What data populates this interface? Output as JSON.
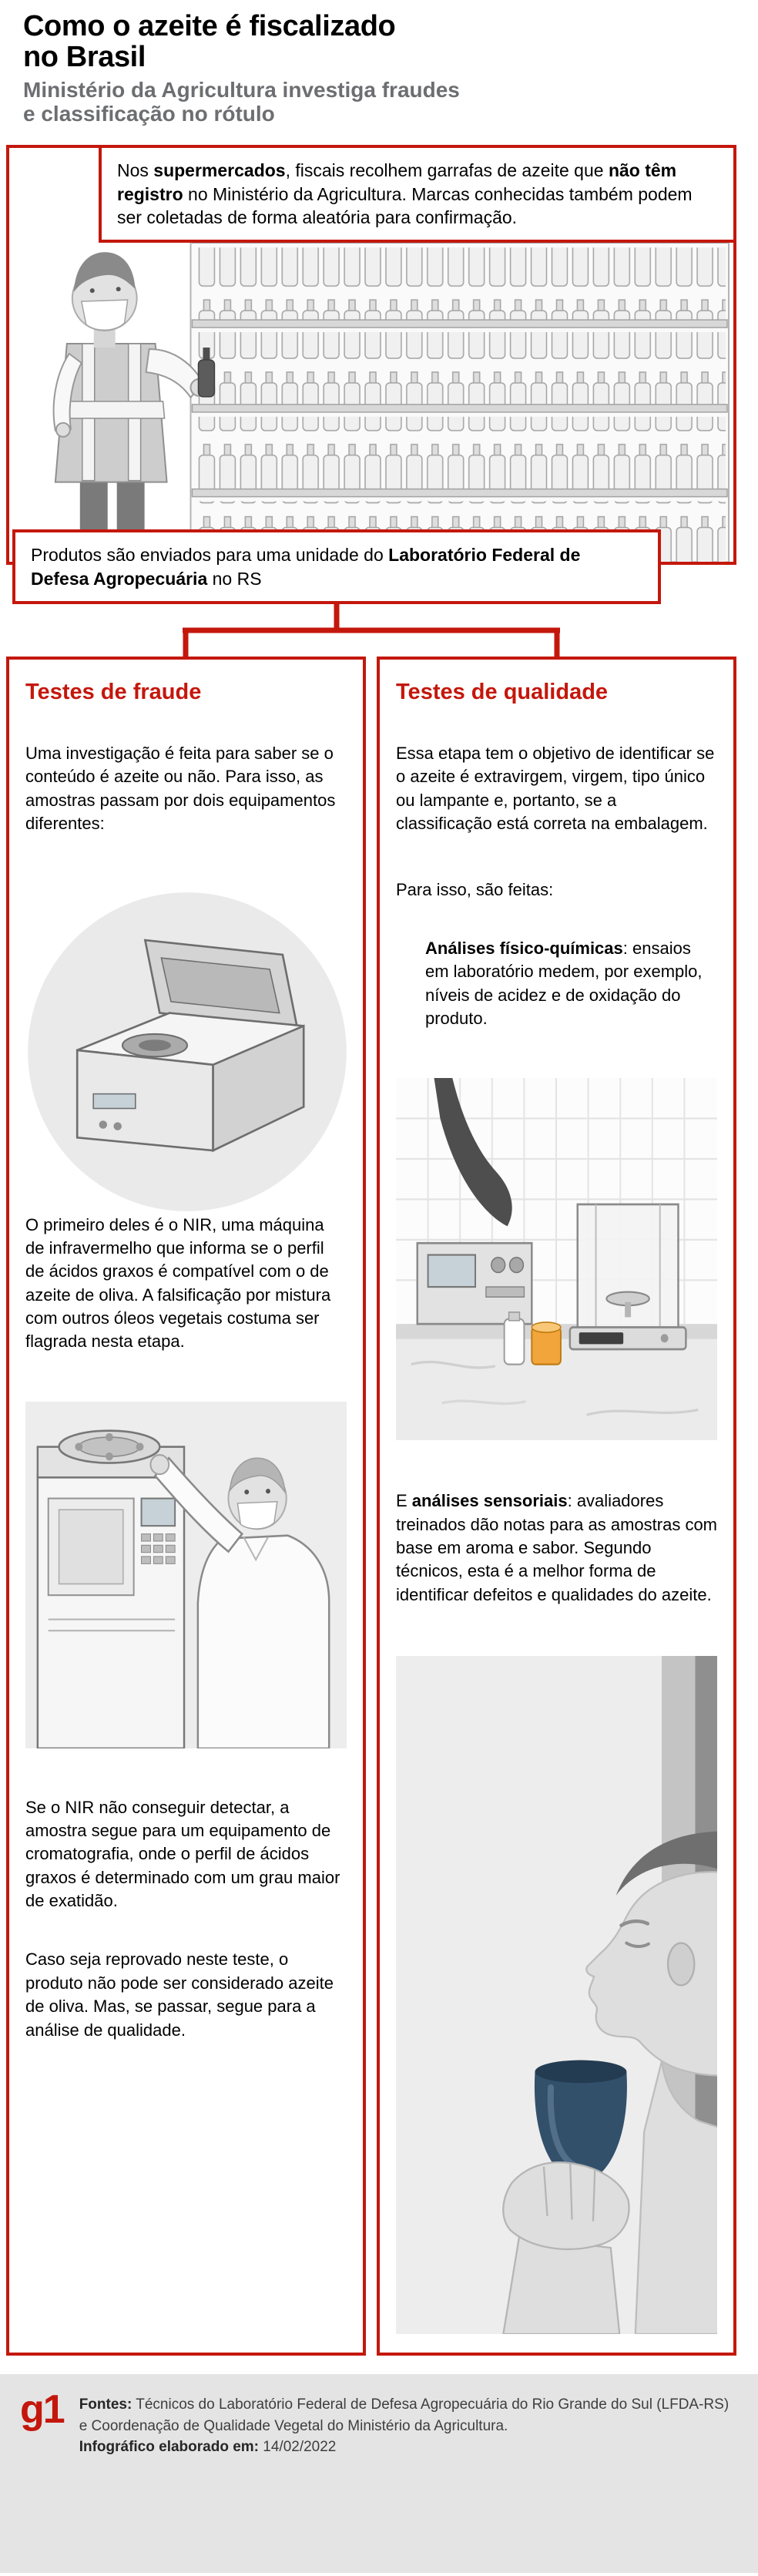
{
  "colors": {
    "accent_red": "#c4170c",
    "title_black": "#000000",
    "subtitle_gray": "#6d6e71",
    "footer_background": "#e4e4e5",
    "glass_blue": "#33506b",
    "sample_amber": "#f2a53a",
    "illustration_gray": "#dedede"
  },
  "header": {
    "title_line1": "Como o azeite é fiscalizado",
    "title_line2": "no Brasil",
    "subtitle_line1": "Ministério da Agricultura investiga fraudes",
    "subtitle_line2": "e classificação no rótulo"
  },
  "collection_note": {
    "seg1": "Nos ",
    "bold1": "supermercados",
    "seg2": ", fiscais recolhem garrafas de azeite que ",
    "bold2": "não têm registro",
    "seg3": " no Ministério da Agricultura. Marcas conhecidas também podem ser coletadas de forma aleatória para confirmação."
  },
  "shipping_note": {
    "seg1": "Produtos são enviados para uma unidade do ",
    "bold1": "Laboratório Federal de Defesa Agropecuária",
    "seg2": " no RS"
  },
  "fraud_column": {
    "heading": "Testes de fraude",
    "p1": "Uma investigação é feita para saber se o conteúdo é azeite ou não. Para isso, as amostras passam por dois equipamentos diferentes:",
    "p2": "O primeiro deles é o NIR, uma máquina de infravermelho que informa se o perfil de ácidos graxos é compatível com o de azeite de oliva. A falsificação por mistura com outros óleos vegetais costuma ser flagrada nesta etapa.",
    "p3": "Se o NIR não conseguir detectar, a amostra segue para um equipamento de cromatografia, onde o perfil de ácidos graxos é determinado com um grau maior de exatidão.",
    "p4": "Caso seja reprovado neste teste, o produto não pode ser considerado azeite de oliva. Mas, se passar, segue para a análise de qualidade."
  },
  "quality_column": {
    "heading": "Testes de qualidade",
    "p1": "Essa etapa tem o objetivo de identificar se o azeite é extravirgem, virgem, tipo único ou lampante e, portanto, se a classificação está correta na embalagem.",
    "p2": "Para isso, são feitas:",
    "physico": {
      "bold": "Análises físico-químicas",
      "rest": ": ensaios em laboratório medem, por exemplo, níveis de acidez e de oxidação do produto."
    },
    "sensory": {
      "seg1": "E ",
      "bold": "análises sensoriais",
      "rest": ": avaliadores treinados dão notas para as amostras com base em aroma e sabor. Segundo técnicos, esta é a melhor forma de identificar defeitos e qualidades do azeite."
    }
  },
  "footer": {
    "logo": "g1",
    "sources_label": "Fontes:",
    "sources_text": " Técnicos do Laboratório Federal de Defesa Agropecuária do Rio Grande do Sul  (LFDA-RS) e Coordenação de Qualidade Vegetal do Ministério da Agricultura.",
    "made_label": "Infográfico elaborado em:",
    "made_value": " 14/02/2022"
  },
  "illustrations": {
    "supermarket": "supermarket-scene",
    "nir": "nir-machine",
    "chromatography": "chromatography-machine",
    "balance": "analytical-balance",
    "tasting": "sensory-tasting"
  }
}
